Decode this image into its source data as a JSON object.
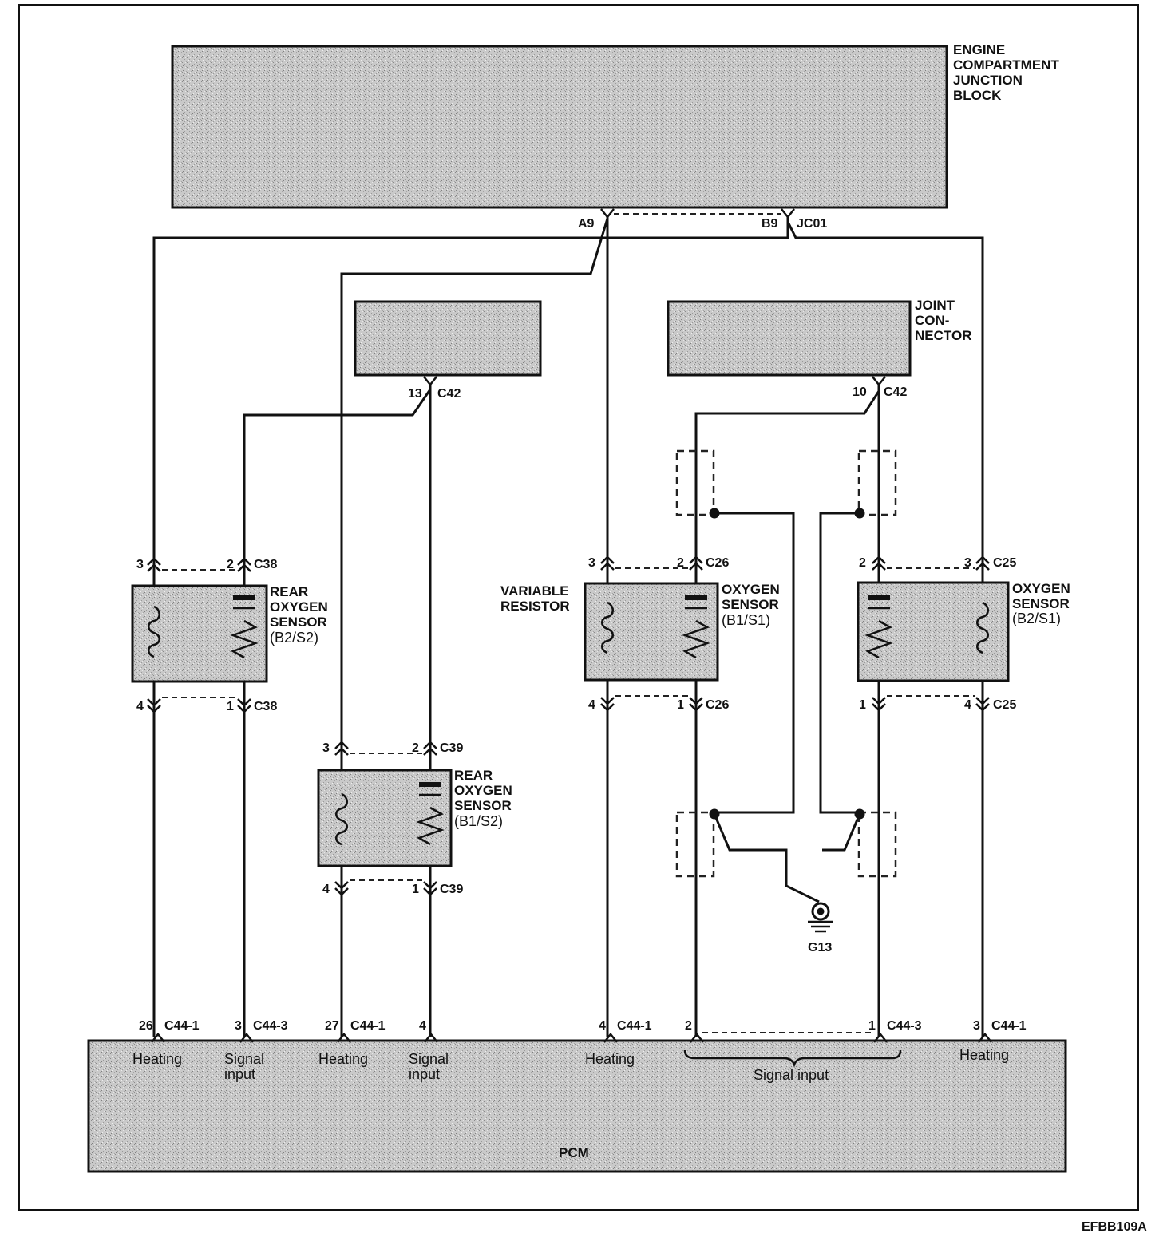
{
  "diagram_id": "EFBB109A",
  "blocks": {
    "engine_jb": "ENGINE\nCOMPARTMENT\nJUNCTION\nBLOCK",
    "joint_connector": "JOINT\nCON-\nNECTOR",
    "pcm": "PCM"
  },
  "terminals": {
    "a9": "A9",
    "b9": "B9",
    "jc01": "JC01",
    "c42_pin13": "13",
    "c42_pin10": "10",
    "c42": "C42"
  },
  "sensors": {
    "rear_b2s2": {
      "label": "REAR\nOXYGEN\nSENSOR",
      "sub": "(B2/S2)",
      "conn": "C38",
      "pin_top_left": "3",
      "pin_top_right": "2",
      "pin_bot_left": "4",
      "pin_bot_right": "1"
    },
    "rear_b1s2": {
      "label": "REAR\nOXYGEN\nSENSOR",
      "sub": "(B1/S2)",
      "conn": "C39",
      "pin_top_left": "3",
      "pin_top_right": "2",
      "pin_bot_left": "4",
      "pin_bot_right": "1"
    },
    "o2_b1s1": {
      "label": "OXYGEN\nSENSOR",
      "sub": "(B1/S1)",
      "side_label": "VARIABLE\nRESISTOR",
      "conn": "C26",
      "pin_top_left": "3",
      "pin_top_right": "2",
      "pin_bot_left": "4",
      "pin_bot_right": "1"
    },
    "o2_b2s1": {
      "label": "OXYGEN\nSENSOR",
      "sub": "(B2/S1)",
      "conn": "C25",
      "pin_top_left": "2",
      "pin_top_right": "3",
      "pin_bot_left": "1",
      "pin_bot_right": "4"
    }
  },
  "ground": "G13",
  "pcm_pins": [
    {
      "pin": "26",
      "conn": "C44-1",
      "func": "Heating"
    },
    {
      "pin": "3",
      "conn": "C44-3",
      "func": "Signal\ninput"
    },
    {
      "pin": "27",
      "conn": "C44-1",
      "func": "Heating"
    },
    {
      "pin": "4",
      "conn": "",
      "func": "Signal\ninput"
    },
    {
      "pin": "4",
      "conn": "C44-1",
      "func": "Heating"
    },
    {
      "pin": "2",
      "conn": "",
      "func": ""
    },
    {
      "pin": "1",
      "conn": "C44-3",
      "func": ""
    },
    {
      "pin": "3",
      "conn": "C44-1",
      "func": "Heating"
    }
  ],
  "pcm_group_label": "Signal input"
}
